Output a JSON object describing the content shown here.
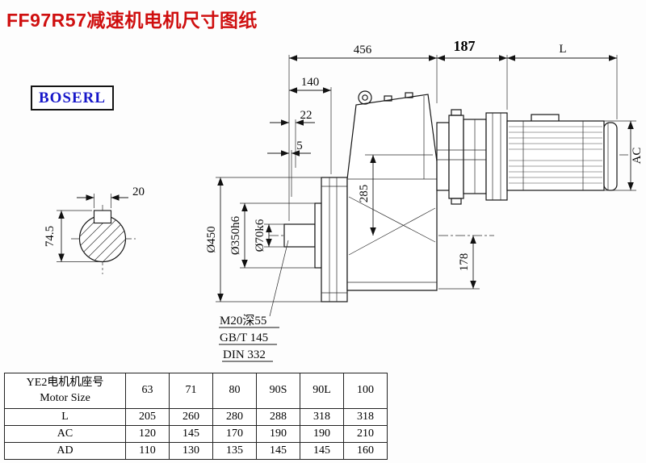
{
  "page": {
    "title": "FF97R57减速机电机尺寸图纸",
    "brand": "BOSERL"
  },
  "drawing": {
    "dims": {
      "top_width": "456",
      "motor_flange": "187",
      "motor_length": "L",
      "d140": "140",
      "d22": "22",
      "d5": "5",
      "key_width": "20",
      "key_height": "74.5",
      "axis_height": "285",
      "base_height": "178",
      "motor_dia": "AC",
      "flange_dia": "Ø450",
      "spigot_dia": "Ø350h6",
      "shaft_dia": "Ø70k6"
    },
    "notes": {
      "tap": "M20深55",
      "gb": "GB/T 145",
      "din": "DIN 332"
    }
  },
  "table": {
    "header": {
      "label_cn": "YE2电机机座号",
      "label_en": "Motor Size",
      "sizes": [
        "63",
        "71",
        "80",
        "90S",
        "90L",
        "100"
      ]
    },
    "rows": [
      {
        "label": "L",
        "values": [
          "205",
          "260",
          "280",
          "288",
          "318",
          "318"
        ]
      },
      {
        "label": "AC",
        "values": [
          "120",
          "145",
          "170",
          "190",
          "190",
          "210"
        ]
      },
      {
        "label": "AD",
        "values": [
          "110",
          "130",
          "135",
          "145",
          "145",
          "160"
        ]
      }
    ]
  }
}
